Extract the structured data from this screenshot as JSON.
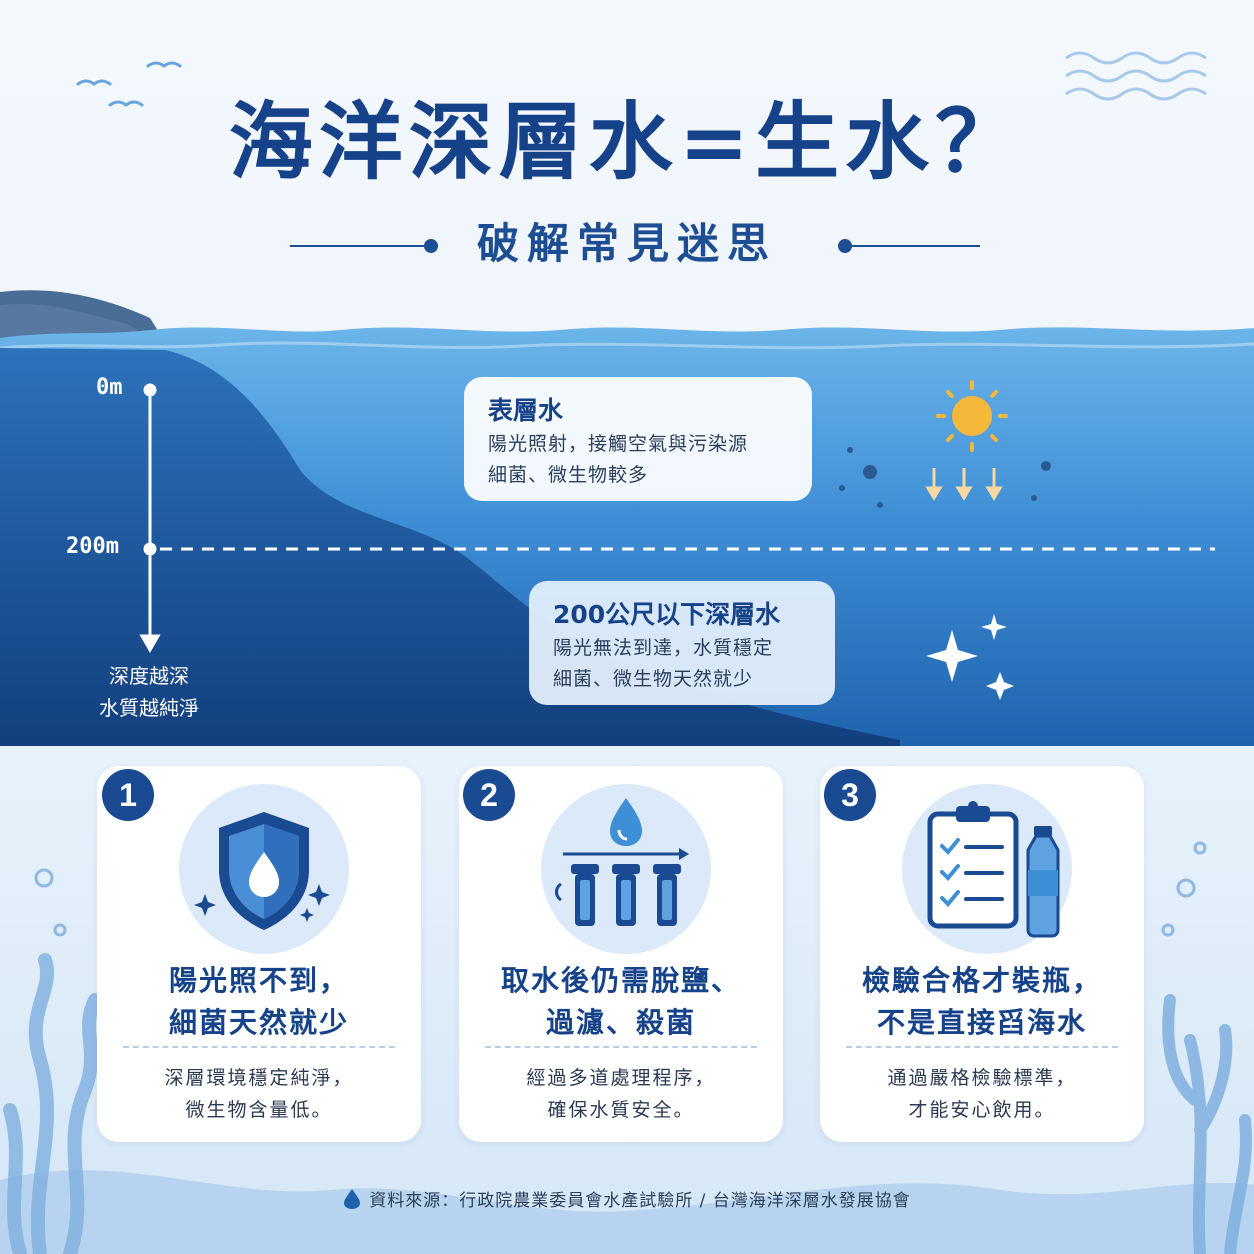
{
  "header": {
    "title": "海洋深層水=生水？",
    "subtitle": "破解常見迷思"
  },
  "depth_scale": {
    "top_label": "0m",
    "mid_label": "200m",
    "note_line1": "深度越深",
    "note_line2": "水質越純淨"
  },
  "surface_box": {
    "heading": "表層水",
    "line1": "陽光照射，接觸空氣與污染源",
    "line2": "細菌、微生物較多"
  },
  "deep_box": {
    "heading": "200公尺以下深層水",
    "line1": "陽光無法到達，水質穩定",
    "line2": "細菌、微生物天然就少"
  },
  "cards": [
    {
      "number": "1",
      "icon": "shield-water-drop-icon",
      "title_line1": "陽光照不到，",
      "title_line2": "細菌天然就少",
      "text_line1": "深層環境穩定純淨，",
      "text_line2": "微生物含量低。"
    },
    {
      "number": "2",
      "icon": "filter-cartridges-icon",
      "title_line1": "取水後仍需脫鹽、",
      "title_line2": "過濾、殺菌",
      "text_line1": "經過多道處理程序，",
      "text_line2": "確保水質安全。"
    },
    {
      "number": "3",
      "icon": "clipboard-checklist-bottle-icon",
      "title_line1": "檢驗合格才裝瓶，",
      "title_line2": "不是直接舀海水",
      "text_line1": "通過嚴格檢驗標準，",
      "text_line2": "才能安心飲用。"
    }
  ],
  "footer": {
    "source": "資料來源：行政院農業委員會水產試驗所 / 台灣海洋深層水發展協會"
  },
  "colors": {
    "primary_navy": "#16428a",
    "ocean_surface": "#5ba8e6",
    "ocean_deep": "#1c5ea8",
    "sun": "#f5b83a",
    "background": "#eef5fc"
  }
}
